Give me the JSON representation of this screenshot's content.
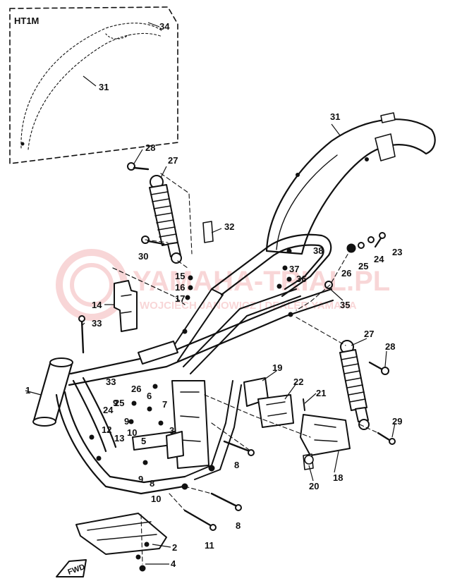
{
  "watermark": {
    "brand": "YAMAHA-TRIAL.PL",
    "subtitle": "WOJCIECH JANOWICZ | DEALER YAMAHA",
    "color": "#e0474c"
  },
  "inset": {
    "title": "HT1M",
    "labels": [
      "34",
      "31"
    ]
  },
  "callouts": [
    {
      "id": "1",
      "text": "1"
    },
    {
      "id": "2",
      "text": "2"
    },
    {
      "id": "3",
      "text": "3"
    },
    {
      "id": "4",
      "text": "4"
    },
    {
      "id": "5",
      "text": "5"
    },
    {
      "id": "6",
      "text": "6"
    },
    {
      "id": "7",
      "text": "7"
    },
    {
      "id": "8a",
      "text": "8"
    },
    {
      "id": "8b",
      "text": "8"
    },
    {
      "id": "8c",
      "text": "8"
    },
    {
      "id": "9a",
      "text": "9"
    },
    {
      "id": "9b",
      "text": "9"
    },
    {
      "id": "9c",
      "text": "9"
    },
    {
      "id": "10a",
      "text": "10"
    },
    {
      "id": "10b",
      "text": "10"
    },
    {
      "id": "11",
      "text": "11"
    },
    {
      "id": "12",
      "text": "12"
    },
    {
      "id": "13",
      "text": "13"
    },
    {
      "id": "14",
      "text": "14"
    },
    {
      "id": "15",
      "text": "15"
    },
    {
      "id": "16",
      "text": "16"
    },
    {
      "id": "17",
      "text": "17"
    },
    {
      "id": "18",
      "text": "18"
    },
    {
      "id": "19",
      "text": "19"
    },
    {
      "id": "20",
      "text": "20"
    },
    {
      "id": "21",
      "text": "21"
    },
    {
      "id": "22",
      "text": "22"
    },
    {
      "id": "23",
      "text": "23"
    },
    {
      "id": "24a",
      "text": "24"
    },
    {
      "id": "24b",
      "text": "24"
    },
    {
      "id": "25a",
      "text": "25"
    },
    {
      "id": "25b",
      "text": "25"
    },
    {
      "id": "26a",
      "text": "26"
    },
    {
      "id": "26b",
      "text": "26"
    },
    {
      "id": "27a",
      "text": "27"
    },
    {
      "id": "27b",
      "text": "27"
    },
    {
      "id": "28a",
      "text": "28"
    },
    {
      "id": "28b",
      "text": "28"
    },
    {
      "id": "29",
      "text": "29"
    },
    {
      "id": "30",
      "text": "30"
    },
    {
      "id": "31",
      "text": "31"
    },
    {
      "id": "32",
      "text": "32"
    },
    {
      "id": "33a",
      "text": "33"
    },
    {
      "id": "33b",
      "text": "33"
    },
    {
      "id": "35",
      "text": "35"
    },
    {
      "id": "36",
      "text": "36"
    },
    {
      "id": "37",
      "text": "37"
    },
    {
      "id": "38",
      "text": "38"
    }
  ],
  "fwd_mark": "FWD"
}
